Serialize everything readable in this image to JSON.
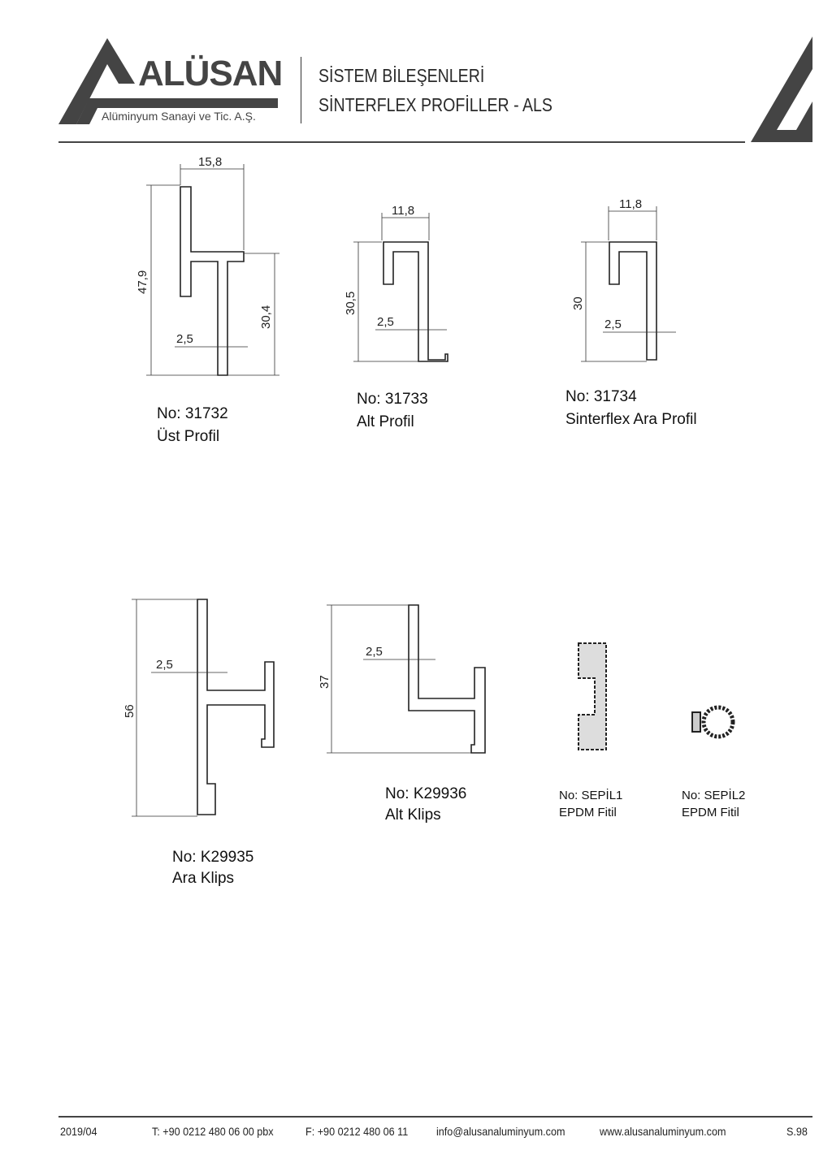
{
  "header": {
    "brand": "ALÜSAN",
    "brand_sub": "Alüminyum Sanayi ve Tic. A.Ş.",
    "title_line1": "SİSTEM BİLEŞENLERİ",
    "title_line2": "SİNTERFLEX PROFİLLER - ALS"
  },
  "profiles": [
    {
      "no": "No: 31732",
      "name": "Üst Profil",
      "dims": {
        "width": "15,8",
        "height": "47,9",
        "lower": "30,4",
        "thick": "2,5"
      }
    },
    {
      "no": "No: 31733",
      "name": "Alt Profil",
      "dims": {
        "width": "11,8",
        "height": "30,5",
        "thick": "2,5"
      }
    },
    {
      "no": "No: 31734",
      "name": "Sinterflex Ara Profil",
      "dims": {
        "width": "11,8",
        "height": "30",
        "thick": "2,5"
      }
    },
    {
      "no": "No: K29935",
      "name": "Ara Klips",
      "dims": {
        "height": "56",
        "thick": "2,5"
      }
    },
    {
      "no": "No: K29936",
      "name": "Alt Klips",
      "dims": {
        "height": "37",
        "thick": "2,5"
      }
    },
    {
      "no": "No: SEPİL1",
      "name": "EPDM Fitil"
    },
    {
      "no": "No: SEPİL2",
      "name": "EPDM Fitil"
    }
  ],
  "footer": {
    "date": "2019/04",
    "phone": "T: +90 0212 480 06 00 pbx",
    "fax": "F: +90 0212 480 06 11",
    "email": "info@alusanaluminyum.com",
    "web": "www.alusanaluminyum.com",
    "page": "S.98"
  }
}
